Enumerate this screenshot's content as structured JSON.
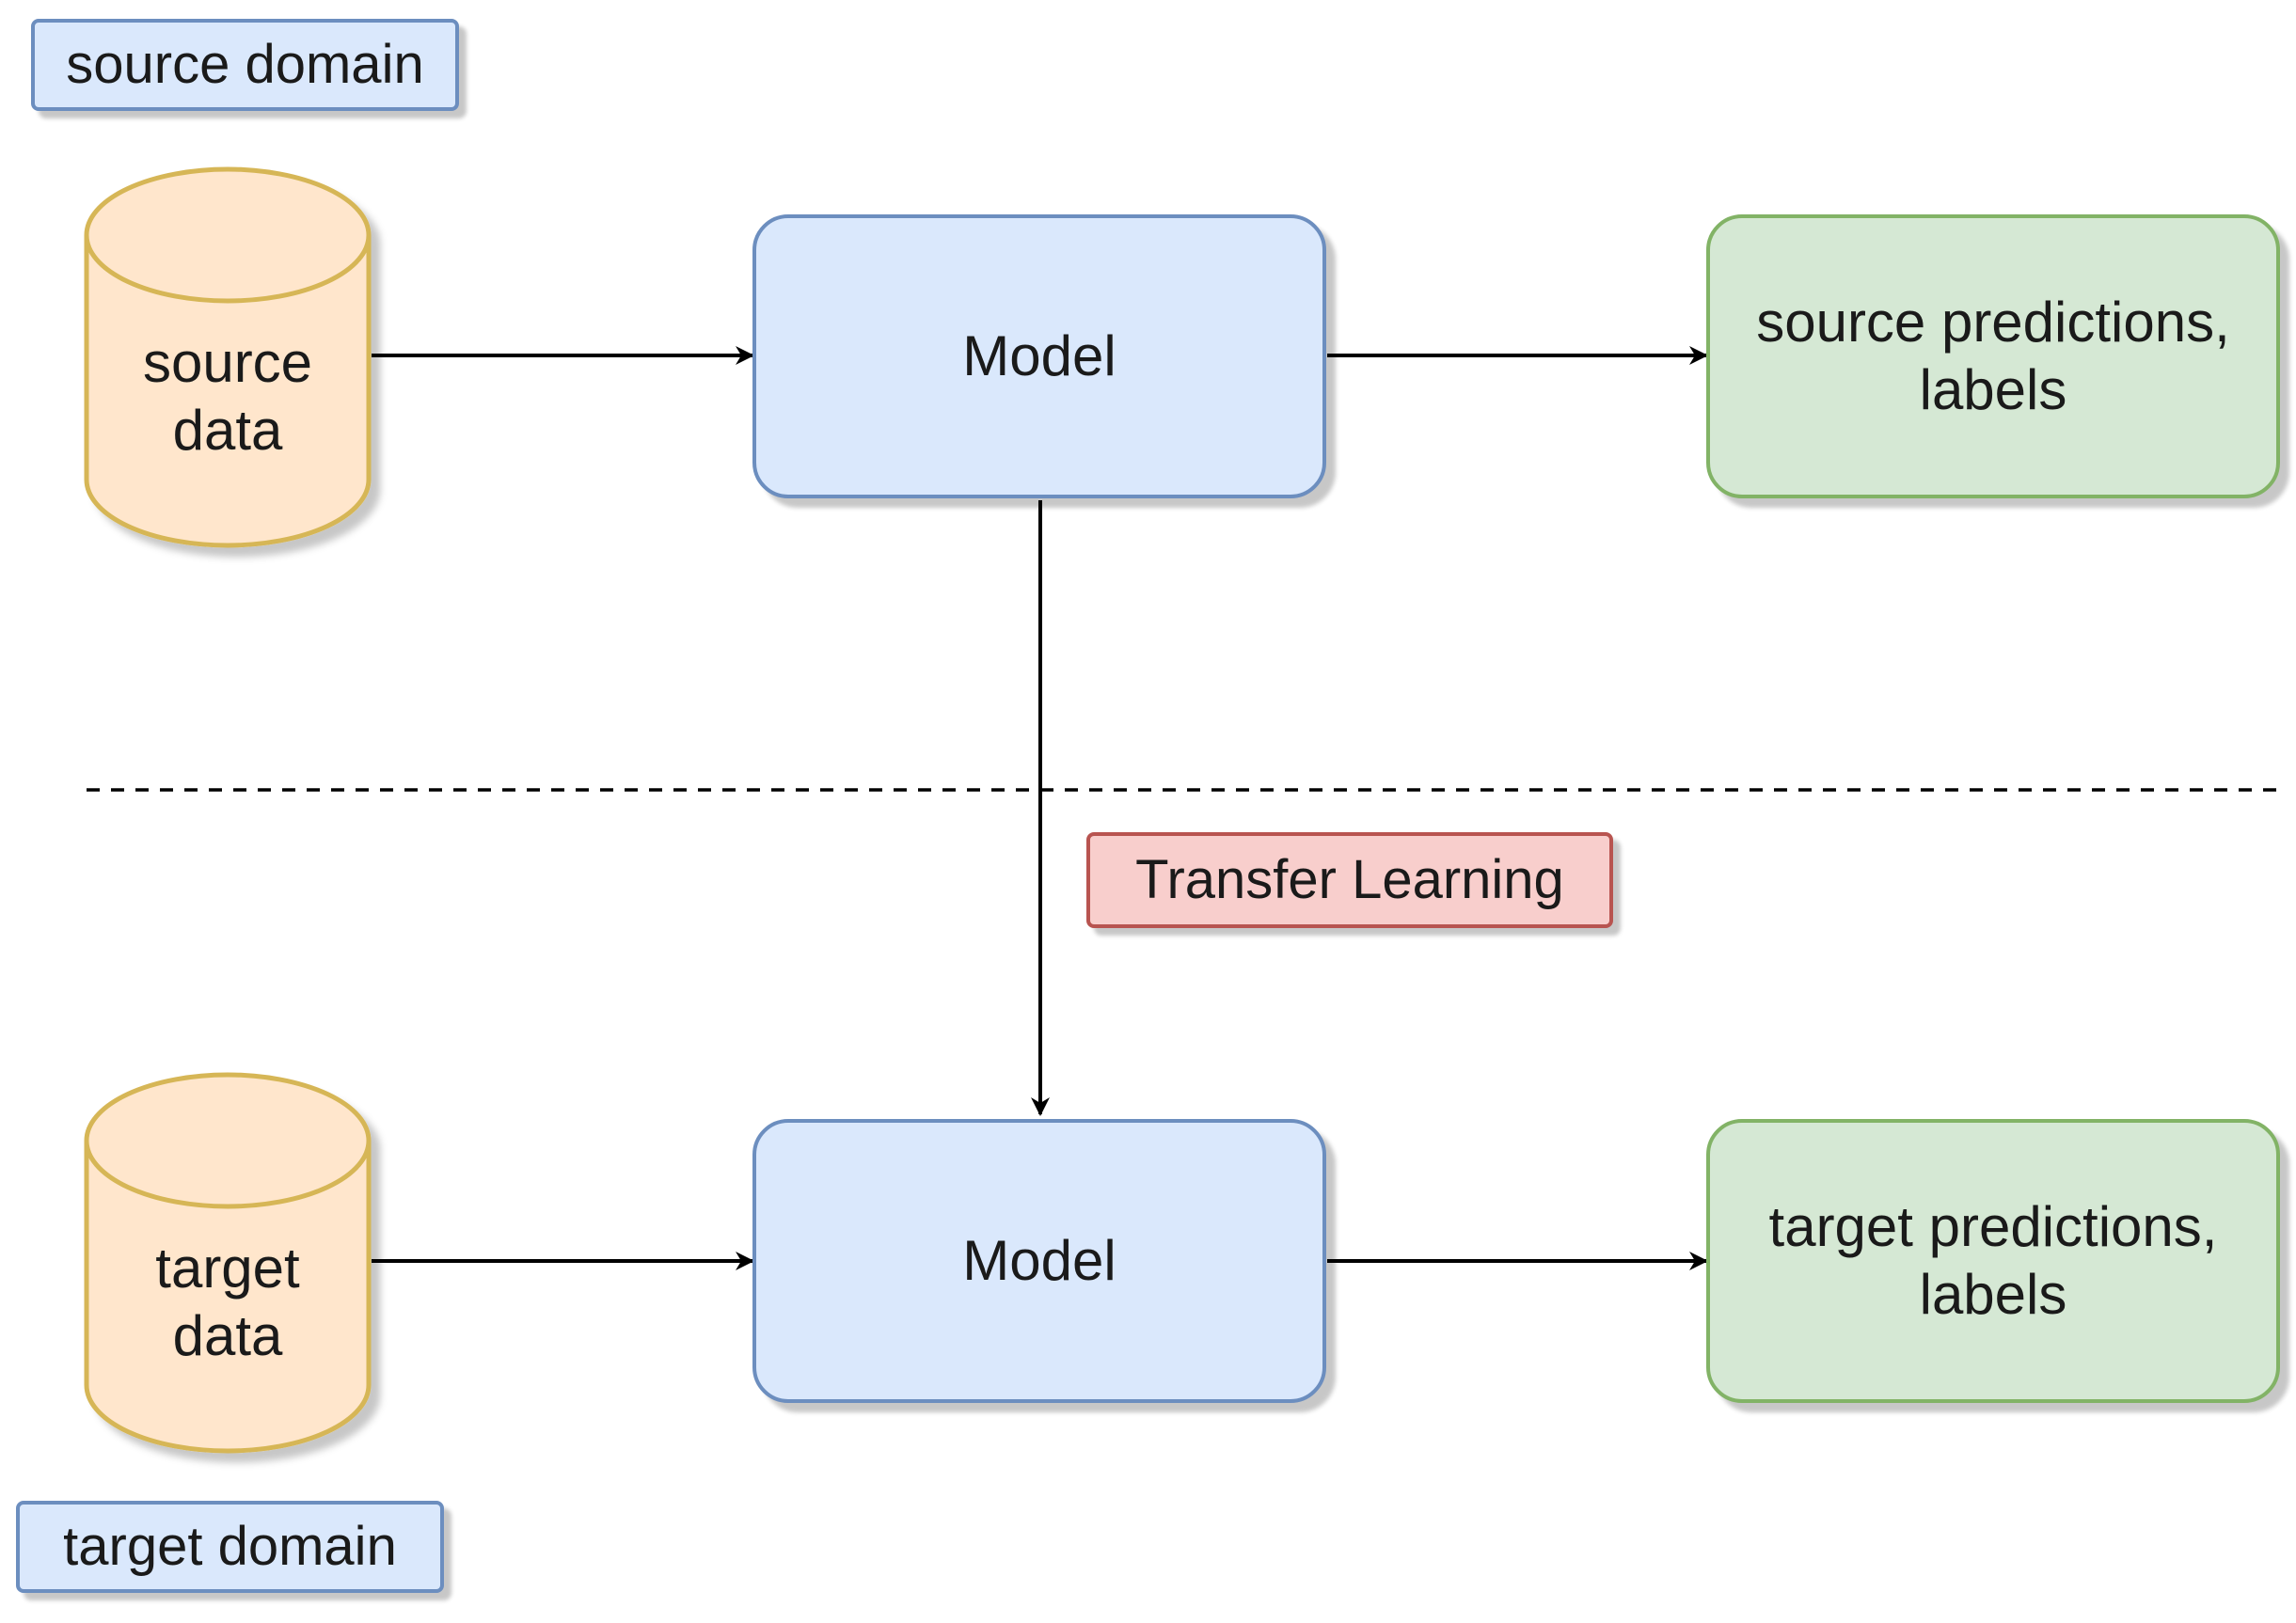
{
  "diagram": {
    "source_domain_label": "source domain",
    "target_domain_label": "target domain",
    "source_data_label": "source\ndata",
    "target_data_label": "target\ndata",
    "source_model_label": "Model",
    "target_model_label": "Model",
    "source_predictions_label": "source predictions,\nlabels",
    "target_predictions_label": "target predictions,\nlabels",
    "transfer_label": "Transfer Learning"
  },
  "colors": {
    "domain_fill": "#dae8fc",
    "domain_stroke": "#6c8ebf",
    "data_fill": "#ffe6cc",
    "data_stroke": "#d6b656",
    "model_fill": "#dae8fc",
    "model_stroke": "#6c8ebf",
    "result_fill": "#d5e8d4",
    "result_stroke": "#82b366",
    "transfer_fill": "#f8cecc",
    "transfer_stroke": "#b85450"
  }
}
